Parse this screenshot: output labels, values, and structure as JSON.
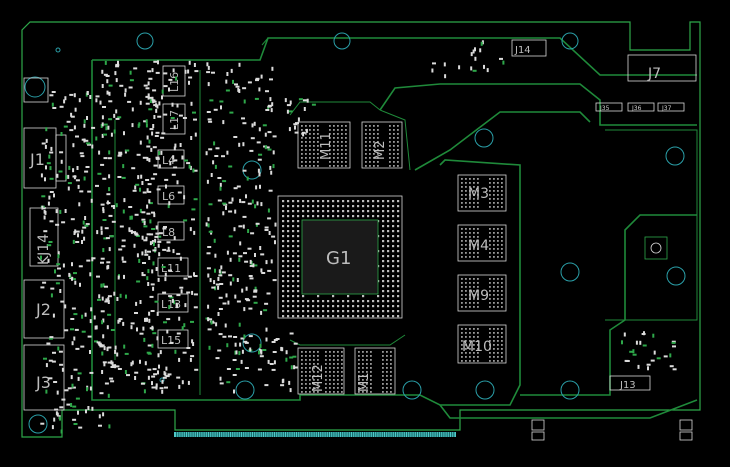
{
  "components": {
    "gpu": "G1",
    "memory": [
      "M1",
      "M2",
      "M3",
      "M4",
      "M9",
      "M10",
      "M11",
      "M12"
    ],
    "inductors": [
      "L4",
      "L6",
      "L8",
      "L11",
      "L13",
      "L15",
      "L16",
      "L17"
    ],
    "connectors": [
      "J1",
      "J2",
      "J3",
      "J7",
      "J13",
      "J14",
      "KJ14"
    ],
    "small_labels": [
      "J35",
      "J36",
      "J37"
    ]
  },
  "colors": {
    "background": "#000000",
    "board_edge": "#2ea84a",
    "trace": "#1f8a3a",
    "silkscreen": "#d8d8d8",
    "mounting_hole": "#2a9fa8",
    "edge_connector": "#4ec9c9"
  }
}
